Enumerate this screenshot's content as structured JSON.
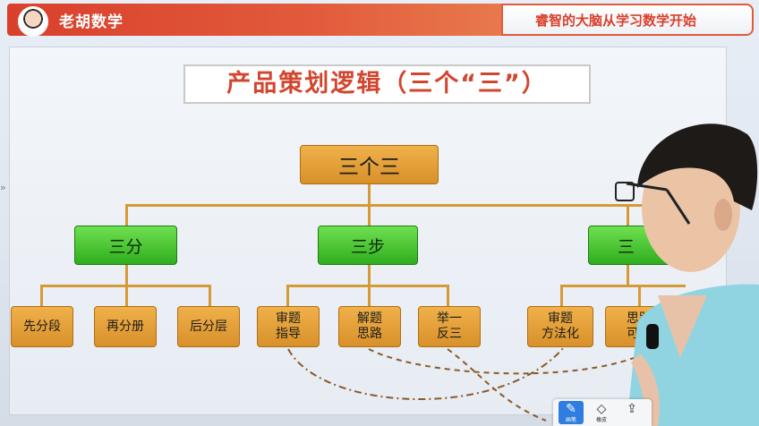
{
  "header": {
    "brand": "老胡数学",
    "slogan": "睿智的大脑从学习数学开始"
  },
  "title": "产品策划逻辑（三个“三”）",
  "root": "三个三",
  "branches": [
    {
      "label": "三分",
      "leaves": [
        "先分段",
        "再分册",
        "后分层"
      ]
    },
    {
      "label": "三步",
      "leaves": [
        "审题\n指导",
        "解题\n思路",
        "举一\n反三"
      ]
    },
    {
      "label": "三",
      "leaves": [
        "审题\n方法化",
        "思路\n可视"
      ]
    }
  ],
  "toolbar": {
    "items": [
      {
        "icon": "pen-icon",
        "glyph": "✎",
        "label": "画笔"
      },
      {
        "icon": "eraser-icon",
        "glyph": "◇",
        "label": "橡皮"
      },
      {
        "icon": "share-icon",
        "glyph": "⇪",
        "label": ""
      }
    ]
  },
  "side_arrow": "»",
  "colors": {
    "banner": "#d9402c",
    "node_gold": "#e3a03a",
    "node_green": "#43c52c",
    "title_text": "#d2452f",
    "connector": "#d59a36"
  }
}
